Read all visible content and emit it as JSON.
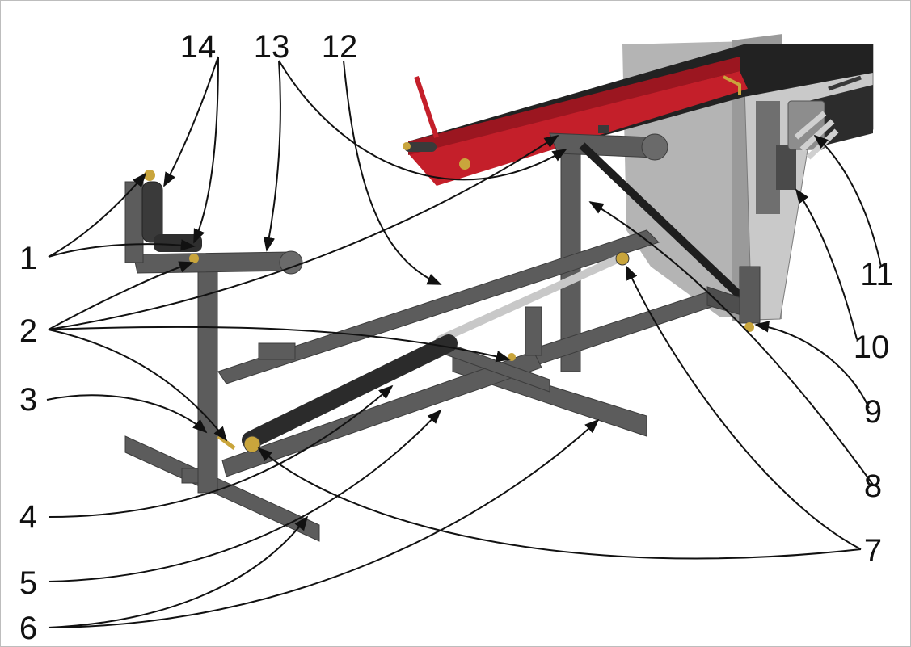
{
  "colors": {
    "frame": "#5c5c5c",
    "frame_dark": "#3f3f3f",
    "frame_light": "#7d7d7d",
    "cylinder": "#2b2b2b",
    "rod": "#c8c8c8",
    "conveyor_red": "#c41f2a",
    "belt": "#1a1a1a",
    "panel": "#a9a9a9",
    "brass": "#c9a53c",
    "leader": "#111111"
  },
  "callouts": {
    "c1": "1",
    "c2": "2",
    "c3": "3",
    "c4": "4",
    "c5": "5",
    "c6": "6",
    "c7": "7",
    "c8": "8",
    "c9": "9",
    "c10": "10",
    "c11": "11",
    "c12": "12",
    "c13": "13",
    "c14": "14"
  }
}
